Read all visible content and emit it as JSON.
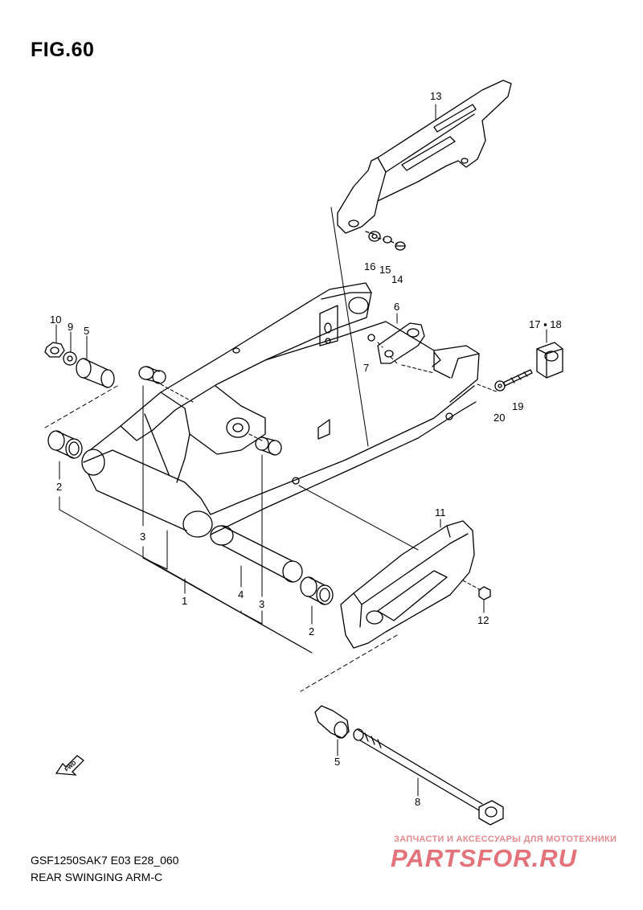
{
  "figure": {
    "title": "FIG.60"
  },
  "caption": {
    "model_code": "GSF1250SAK7 E03 E28_060",
    "section_name": "REAR SWINGING ARM-C"
  },
  "fwd_badge": {
    "text": "FWD"
  },
  "watermark": {
    "tagline": "ЗАПЧАСТИ И АКСЕССУАРЫ ДЛЯ МОТОТЕХНИКИ",
    "logo_text": "PARTSFOR.RU"
  },
  "callouts": {
    "c1": "1",
    "c2a": "2",
    "c2b": "2",
    "c3a": "3",
    "c3b": "3",
    "c4": "4",
    "c5a": "5",
    "c5b": "5",
    "c6": "6",
    "c7": "7",
    "c8": "8",
    "c9": "9",
    "c10": "10",
    "c11": "11",
    "c12": "12",
    "c13": "13",
    "c14": "14",
    "c15": "15",
    "c16": "16",
    "c1718": "17 ▪ 18",
    "c19": "19",
    "c20": "20"
  },
  "colors": {
    "line": "#000000",
    "background": "#ffffff",
    "watermark": "#e05a64"
  }
}
